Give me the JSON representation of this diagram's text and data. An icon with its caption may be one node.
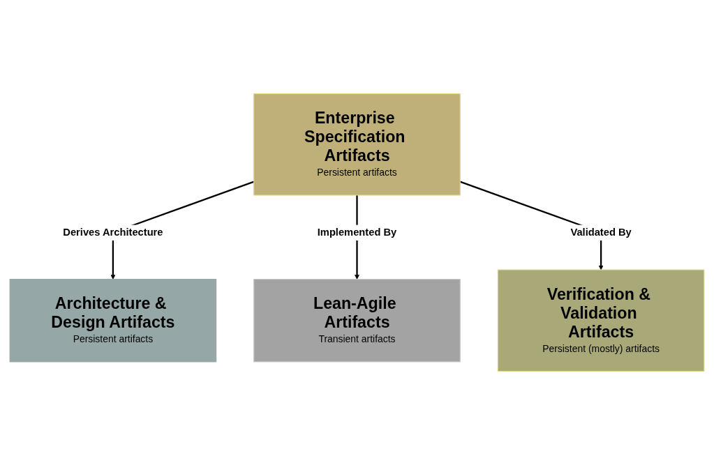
{
  "diagram": {
    "nodes": [
      {
        "text": [
          "Enterprise Specification Artifacts",
          "Persistent artifacts"
        ]
      },
      {
        "text": [
          "Architecture & Design Artifacts",
          "Persistent artifacts"
        ]
      },
      {
        "text": [
          "Lean-Agile Artifacts",
          "Transient artifacts"
        ]
      },
      {
        "text": [
          "Verification & Validation Artifacts",
          "Persistent (mostly) artifacts"
        ]
      }
    ],
    "edges": [
      {
        "from": 0,
        "to": 1,
        "arrow": "to",
        "label": "Derives Architecture"
      },
      {
        "from": 0,
        "to": 2,
        "arrow": "to",
        "label": "Implemented By"
      },
      {
        "from": 0,
        "to": 3,
        "arrow": "to",
        "label": "Validated By"
      }
    ]
  }
}
